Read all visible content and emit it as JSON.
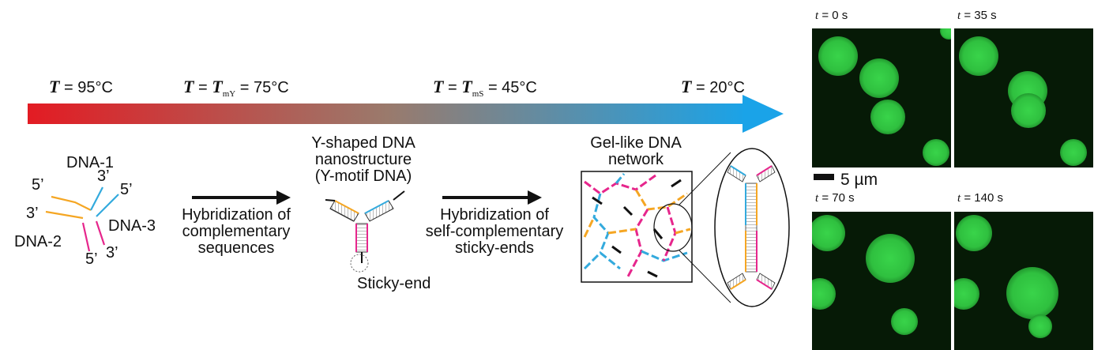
{
  "temperature_axis": {
    "labels": [
      {
        "var": "T",
        "rest": " = 95°C"
      },
      {
        "var": "T",
        "mid": " = ",
        "var2": "T",
        "sub": "mY",
        "rest": " = 75°C"
      },
      {
        "var": "T",
        "mid": " = ",
        "var2": "T",
        "sub": "mS",
        "rest": " = 45°C"
      },
      {
        "var": "T",
        "rest": " = 20°C"
      }
    ],
    "gradient_colors": [
      "#e31b23",
      "#8c7a70",
      "#1aa3e8"
    ]
  },
  "strands": {
    "dna1": "DNA-1",
    "dna2": "DNA-2",
    "dna3": "DNA-3",
    "ends": [
      "5’",
      "3’",
      "5’",
      "3’",
      "5’",
      "3’"
    ],
    "colors": {
      "dna1": "#f5a623",
      "dna2": "#e6268c",
      "dna3": "#33aadd"
    }
  },
  "step1": {
    "line1": "Hybridization of",
    "line2": "complementary",
    "line3": "sequences"
  },
  "ymotif": {
    "line1": "Y-shaped DNA",
    "line2": "nanostructure",
    "line3": "(Y-motif DNA)",
    "sticky": "Sticky-end"
  },
  "step2": {
    "line1": "Hybridization of",
    "line2": "self-complementary",
    "line3": "sticky-ends"
  },
  "network": {
    "line1": "Gel-like DNA",
    "line2": "network"
  },
  "microscopy": {
    "scale_bar": "5 µm",
    "frames": [
      {
        "var": "t",
        "rest": " = 0 s"
      },
      {
        "var": "t",
        "rest": " = 35 s"
      },
      {
        "var": "t",
        "rest": " = 70 s"
      },
      {
        "var": "t",
        "rest": " = 140 s"
      }
    ],
    "droplet_color": "#2fc03f"
  }
}
